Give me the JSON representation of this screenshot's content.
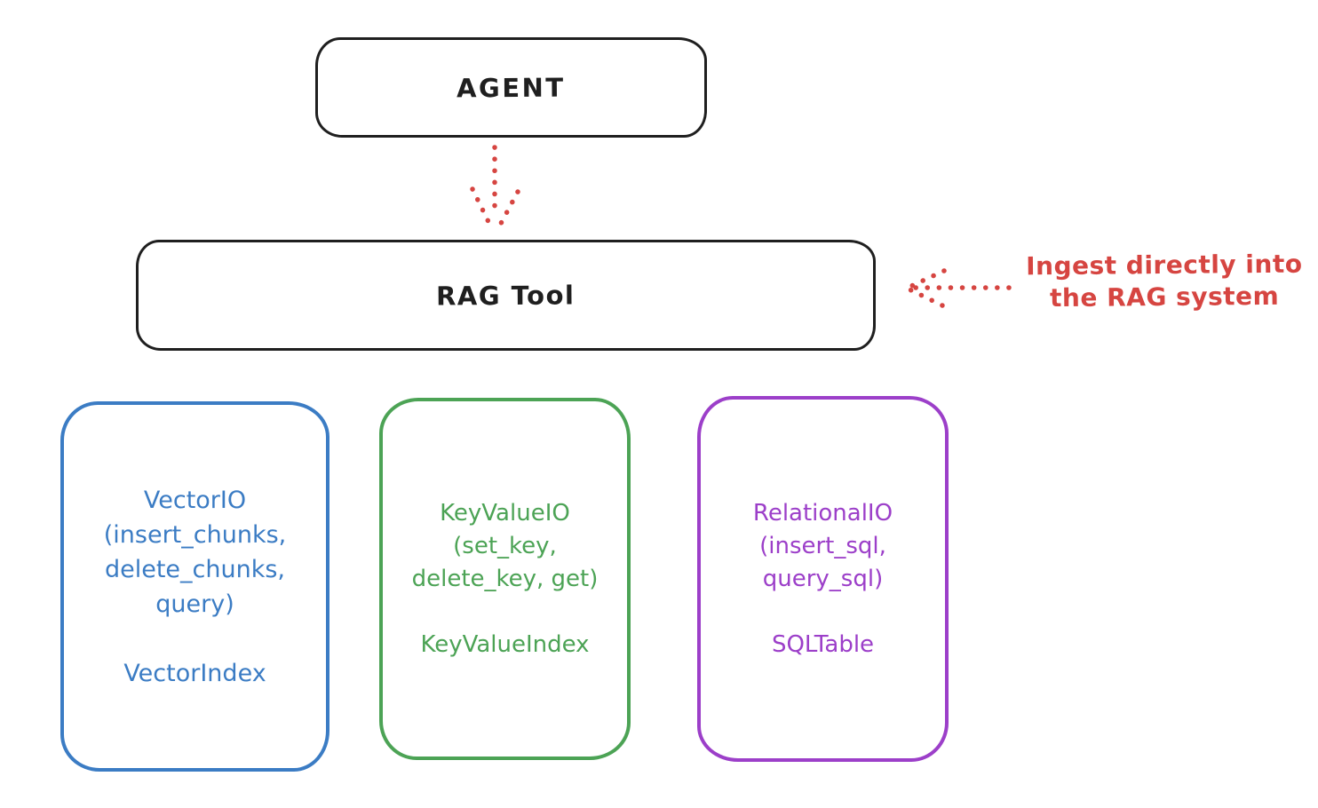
{
  "canvas": {
    "background": "#ffffff"
  },
  "colors": {
    "stroke_black": "#1f1f1f",
    "arrow_red": "#d64541",
    "vector_blue": "#3b7cc4",
    "keyvalue_green": "#4ca355",
    "relational_purple": "#9c3fc9"
  },
  "agent_box": {
    "label": "AGENT"
  },
  "rag_tool_box": {
    "label": "RAG Tool"
  },
  "annotation": {
    "line1": "Ingest directly into",
    "line2": "the RAG system"
  },
  "io_boxes": [
    {
      "id": "vector-io",
      "color": "#3b7cc4",
      "lines": [
        "VectorIO",
        "(insert_chunks,",
        "delete_chunks,",
        "query)"
      ],
      "index_label": "VectorIndex"
    },
    {
      "id": "keyvalue-io",
      "color": "#4ca355",
      "lines": [
        "KeyValueIO",
        "(set_key,",
        "delete_key, get)"
      ],
      "index_label": "KeyValueIndex"
    },
    {
      "id": "relational-io",
      "color": "#9c3fc9",
      "lines": [
        "RelationalIO",
        "(insert_sql,",
        "query_sql)"
      ],
      "index_label": "SQLTable"
    }
  ]
}
